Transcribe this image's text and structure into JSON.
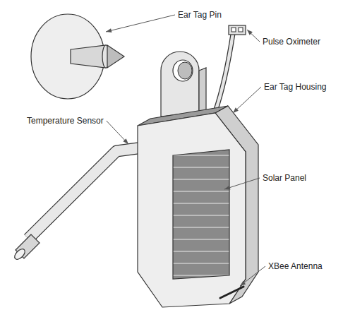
{
  "diagram": {
    "labels": [
      "Ear Tag Pin",
      "Pulse Oximeter",
      "Temperature Sensor",
      "Ear Tag Housing",
      "Solar Panel",
      "XBee Antenna"
    ]
  }
}
